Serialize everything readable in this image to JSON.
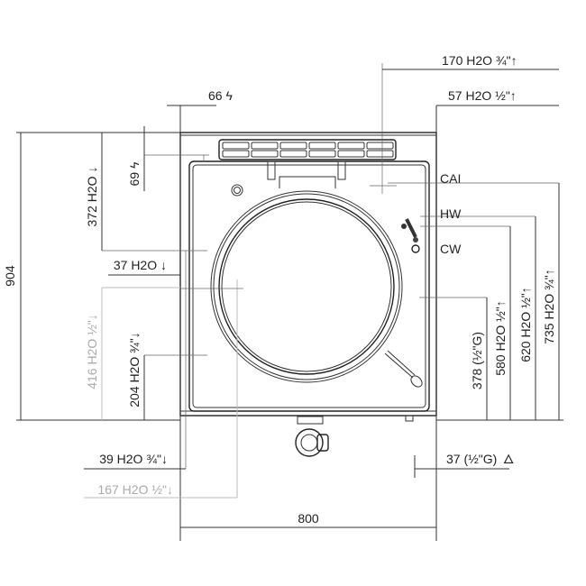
{
  "dimensions": {
    "height_total": "904",
    "width_total": "800",
    "top_left": "66 ϟ",
    "elec_height": "69 ϟ",
    "water_372": "372 H2O ↓",
    "water_37": "37 H2O ↓",
    "water_416": "416 H2O ½\"↓",
    "water_204": "204 H2O ¾\"↓",
    "water_39": "39 H2O ¾\"↓",
    "water_167": "167 H2O ½\"↓",
    "water_170": "170 H2O ¾\"↑",
    "water_57": "57 H2O ½\"↑",
    "gas_378": "378 (½\"G)",
    "water_580": "580 H2O ½\"↑",
    "water_620": "620 H2O ½\"↑",
    "water_735": "735 H2O ¾\"↑",
    "gas_37": "37 (½\"G)"
  },
  "labels": {
    "cai": "CAI",
    "hw": "HW",
    "cw": "CW"
  },
  "icons": {
    "gas": "flame-icon",
    "electric": "lightning-icon"
  }
}
